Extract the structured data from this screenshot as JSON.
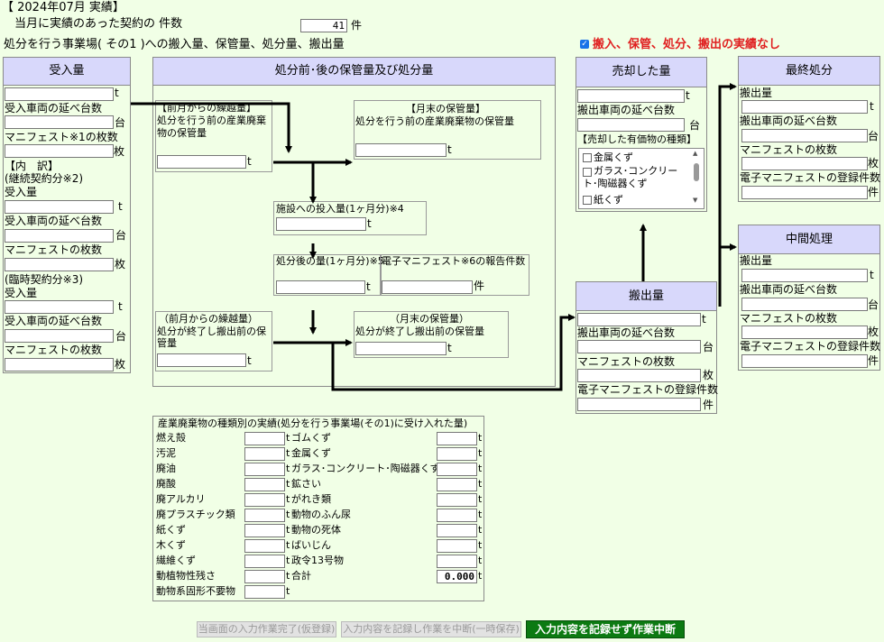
{
  "header": {
    "period": "【 2024年07月 実績】",
    "contract_label": "当月に実績のあった契約の 件数",
    "contract_count": "41",
    "contract_unit": "件"
  },
  "subtitle": "処分を行う事業場( その1 )への搬入量、保管量、処分量、搬出量",
  "no_record": {
    "checked": true,
    "label": "搬入、保管、処分、搬出の実績なし"
  },
  "units": {
    "t": "t",
    "dai": "台",
    "mai": "枚",
    "ken": "件"
  },
  "receive": {
    "title": "受入量",
    "vehicles": "受入車両の延べ台数",
    "manifest1": "マニフェスト※1の枚数",
    "breakdown": "【内　訳】",
    "continuous": "(継続契約分※2)",
    "amount": "受入量",
    "vehicles2": "受入車両の延べ台数",
    "manifest": "マニフェストの枚数",
    "temporary": "(臨時契約分※3)"
  },
  "storage": {
    "title": "処分前･後の保管量及び処分量",
    "carry_pre": "【前月からの繰越量】",
    "pre_stock": "処分を行う前の産業廃棄物の保管量",
    "end_pre_title": "【月末の保管量】",
    "end_pre": "処分を行う前の産業廃棄物の保管量",
    "input": "施設への投入量(1ヶ月分)※4",
    "post_amount": "処分後の量(1ヶ月分)※5",
    "e_manifest": "電子マニフェスト※6の報告件数",
    "carry_post_title": "（前月からの繰越量）",
    "carry_post": "処分が終了し搬出前の保管量",
    "end_post_title": "（月末の保管量）",
    "end_post": "処分が終了し搬出前の保管量"
  },
  "sold": {
    "title": "売却した量",
    "vehicles": "搬出車両の延べ台数",
    "kinds": "【売却した有価物の種類】",
    "options": [
      "金属くず",
      "ガラス･コンクリート･陶磁器くず",
      "紙くず"
    ]
  },
  "carry_out": {
    "title": "搬出量",
    "vehicles": "搬出車両の延べ台数",
    "manifest": "マニフェストの枚数",
    "e_manifest": "電子マニフェストの登録件数"
  },
  "final": {
    "title": "最終処分",
    "amount": "搬出量",
    "vehicles": "搬出車両の延べ台数",
    "manifest": "マニフェストの枚数",
    "e_manifest": "電子マニフェストの登録件数"
  },
  "intermediate": {
    "title": "中間処理",
    "amount": "搬出量",
    "vehicles": "搬出車両の延べ台数",
    "manifest": "マニフェストの枚数",
    "e_manifest": "電子マニフェストの登録件数"
  },
  "waste_table": {
    "title": "産業廃棄物の種類別の実績(処分を行う事業場(その1)に受け入れた量)",
    "left": [
      "燃え殻",
      "汚泥",
      "廃油",
      "廃酸",
      "廃アルカリ",
      "廃プラスチック類",
      "紙くず",
      "木くず",
      "繊維くず",
      "動植物性残さ",
      "動物系固形不要物"
    ],
    "right": [
      "ゴムくず",
      "金属くず",
      "ガラス･コンクリート･陶磁器くず",
      "鉱さい",
      "がれき類",
      "動物のふん尿",
      "動物の死体",
      "ばいじん",
      "政令13号物",
      "合計"
    ],
    "total": "0.000"
  },
  "buttons": {
    "temp_save": "当画面の入力作業完了(仮登録)",
    "pause": "入力内容を記録し作業を中断(一時保存)",
    "abort": "入力内容を記録せず作業中断"
  },
  "colors": {
    "header_bg": "#d8d8fb",
    "page_bg": "#f1ffe6",
    "alert": "#e02020",
    "abort_btn": "#0c7a12"
  }
}
